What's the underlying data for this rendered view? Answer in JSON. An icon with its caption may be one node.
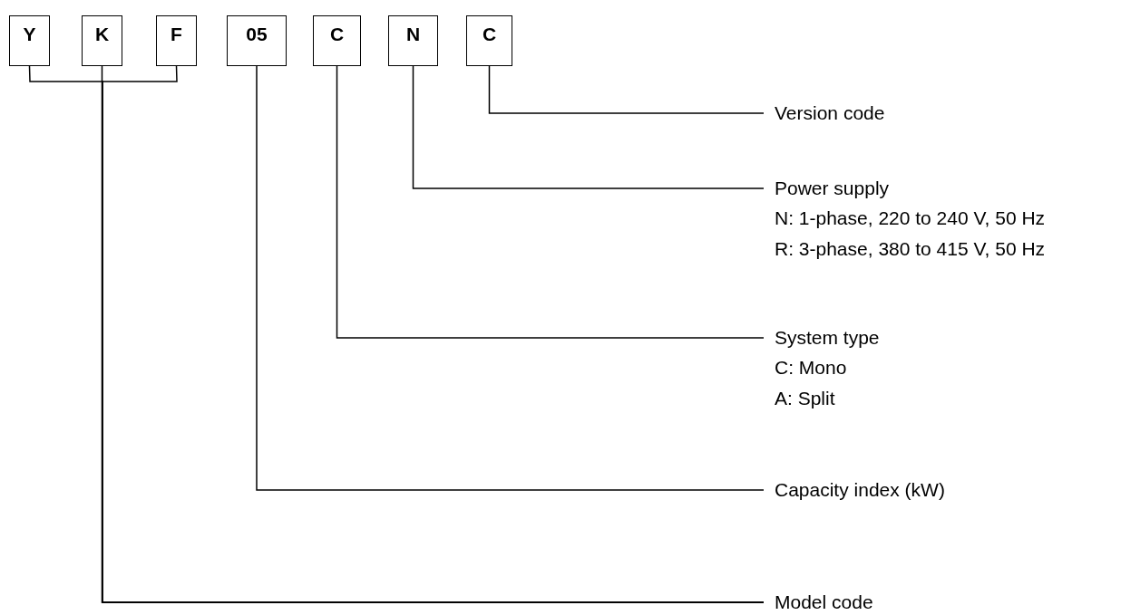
{
  "diagram": {
    "nodes": [
      {
        "text": [
          "Y"
        ]
      },
      {
        "text": [
          "K"
        ]
      },
      {
        "text": [
          "F"
        ]
      },
      {
        "text": [
          "05"
        ]
      },
      {
        "text": [
          "C"
        ]
      },
      {
        "text": [
          "N"
        ]
      },
      {
        "text": [
          "C"
        ]
      },
      {
        "text": [
          "Version code"
        ]
      },
      {
        "text": [
          "Power supply",
          "N: 1-phase, 220 to 240 V, 50 Hz",
          "R: 3-phase, 380 to 415 V, 50 Hz"
        ]
      },
      {
        "text": [
          "System type",
          "C: Mono",
          "A: Split"
        ]
      },
      {
        "text": [
          "Capacity index (kW)"
        ]
      },
      {
        "text": [
          "Model code"
        ]
      }
    ],
    "edges": [
      {
        "from": 0,
        "to": 11,
        "arrow": "none"
      },
      {
        "from": 1,
        "to": 11,
        "arrow": "none"
      },
      {
        "from": 2,
        "to": 11,
        "arrow": "none"
      },
      {
        "from": 3,
        "to": 10,
        "arrow": "none"
      },
      {
        "from": 4,
        "to": 9,
        "arrow": "none"
      },
      {
        "from": 5,
        "to": 8,
        "arrow": "none"
      },
      {
        "from": 6,
        "to": 7,
        "arrow": "none"
      }
    ]
  }
}
